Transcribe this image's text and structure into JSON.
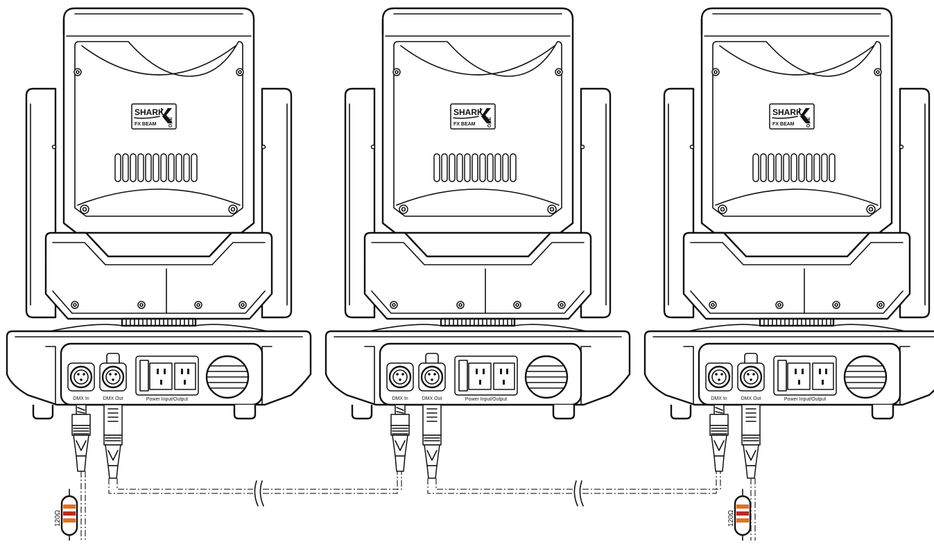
{
  "fixtures": [
    {
      "logo": {
        "brand": "SHARK",
        "model": "FX BEAM",
        "badge": "ONE"
      },
      "labels": {
        "dmx_in": "DMX In",
        "dmx_out": "DMX Out",
        "power": "Power Input/Output"
      }
    },
    {
      "logo": {
        "brand": "SHARK",
        "model": "FX BEAM",
        "badge": "ONE"
      },
      "labels": {
        "dmx_in": "DMX In",
        "dmx_out": "DMX Out",
        "power": "Power Input/Output"
      }
    },
    {
      "logo": {
        "brand": "SHARK",
        "model": "FX BEAM",
        "badge": "ONE"
      },
      "labels": {
        "dmx_in": "DMX In",
        "dmx_out": "DMX Out",
        "power": "Power Input/Output"
      }
    }
  ],
  "terminators": [
    {
      "value": "120Ω"
    },
    {
      "value": "120Ω"
    }
  ],
  "colors": {
    "line": "#111111",
    "cable": "#333333",
    "resistor_band_1": "#e07020",
    "resistor_band_2": "#c02a1a"
  }
}
